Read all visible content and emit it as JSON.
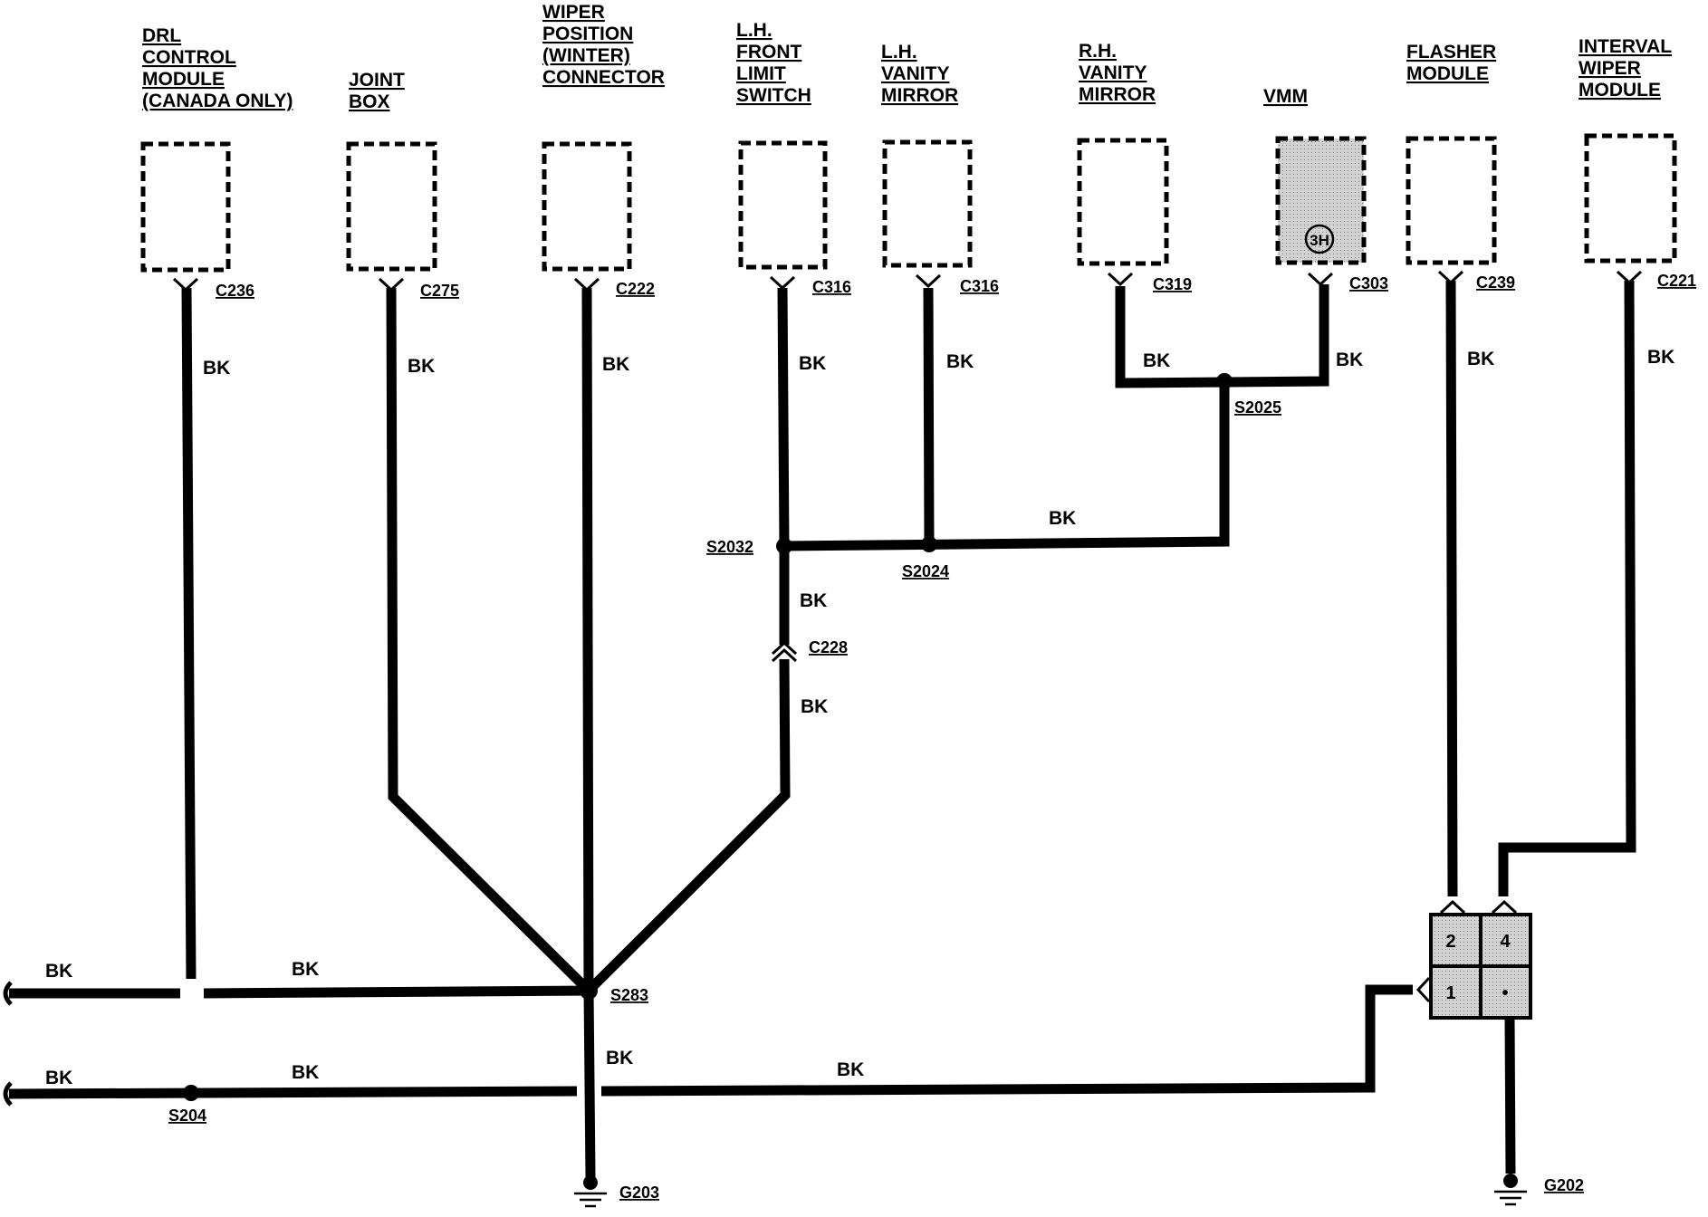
{
  "components": {
    "drl": "DRL\nCONTROL\nMODULE\n(CANADA ONLY)",
    "joint_box": "JOINT\nBOX",
    "wiper_position": "WIPER\nPOSITION\n(WINTER)\nCONNECTOR",
    "lh_front_limit": "L.H.\nFRONT\nLIMIT\nSWITCH",
    "lh_vanity": "L.H.\nVANITY\nMIRROR",
    "rh_vanity": "R.H.\nVANITY\nMIRROR",
    "vmm": "VMM",
    "flasher": "FLASHER\nMODULE",
    "interval_wiper": "INTERVAL\nWIPER\nMODULE"
  },
  "vmm_marker": "3H",
  "connectors": {
    "c236": "C236",
    "c275": "C275",
    "c222": "C222",
    "c316a": "C316",
    "c316b": "C316",
    "c319": "C319",
    "c303": "C303",
    "c239": "C239",
    "c221": "C221",
    "c228": "C228"
  },
  "splices": {
    "s2025": "S2025",
    "s2032": "S2032",
    "s2024": "S2024",
    "s283": "S283",
    "s204": "S204"
  },
  "grounds": {
    "g203": "G203",
    "g202": "G202"
  },
  "wire_color": "BK",
  "block_pins": [
    "2",
    "4",
    "1",
    "•"
  ],
  "colors": {
    "ink": "#000000",
    "background": "#ffffff",
    "shade": "#c8c8c8"
  }
}
